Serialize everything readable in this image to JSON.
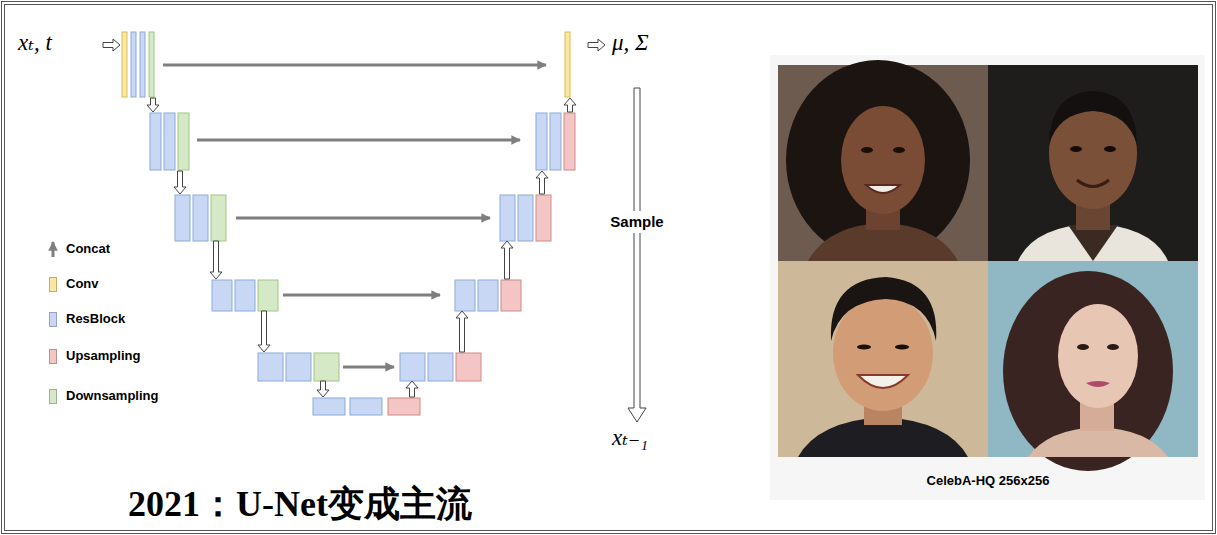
{
  "diagram": {
    "title": "2021：U-Net变成主流",
    "labels": [
      "xₜ, t",
      "μ, Σ",
      "Sample",
      "xₜ₋₁",
      "CelebA-HQ 256x256"
    ],
    "legend": [
      {
        "text": "Concat"
      },
      {
        "text": "Conv",
        "color": "#fbe7a1"
      },
      {
        "text": "ResBlock",
        "color": "#c8d8f4"
      },
      {
        "text": "Upsampling",
        "color": "#f3c5c5"
      },
      {
        "text": "Downsampling",
        "color": "#d6e9c6"
      }
    ]
  }
}
